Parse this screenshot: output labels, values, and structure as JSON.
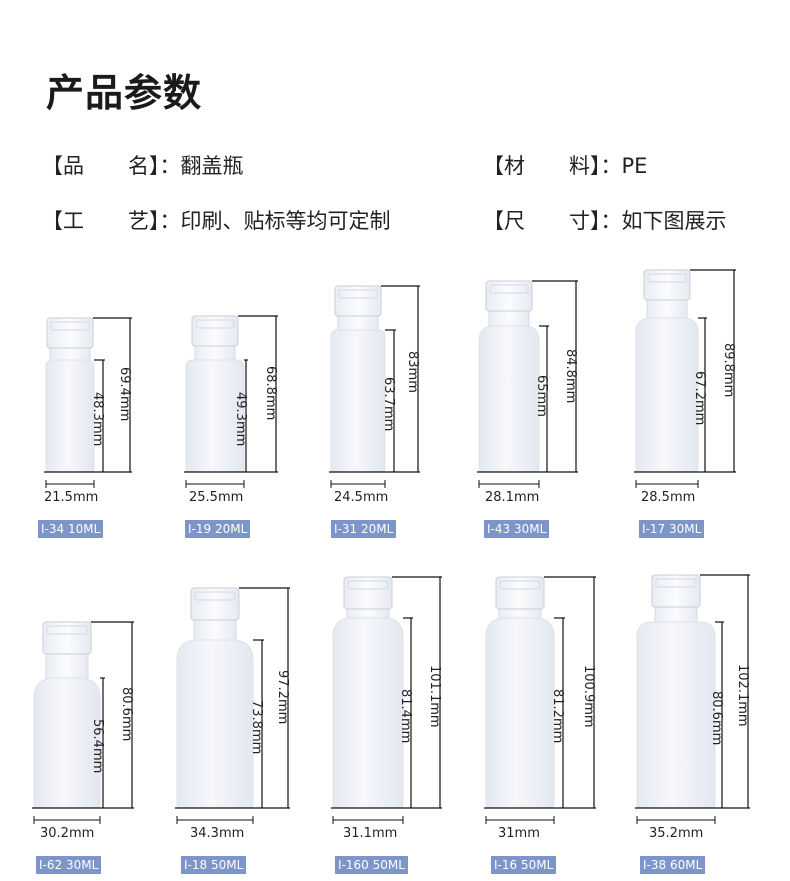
{
  "title": "产品参数",
  "specs": {
    "name_label": "【品",
    "name_label_end": "名】：",
    "name_value": "翻盖瓶",
    "material_label": "【材",
    "material_label_end": "料】：",
    "material_value": "PE",
    "process_label": "【工",
    "process_label_end": "艺】：",
    "process_value": "印刷、贴标等均可定制",
    "size_label": "【尺",
    "size_label_end": "寸】：",
    "size_value": "如下图展示"
  },
  "products": [
    {
      "model": "I-34 10ML",
      "width": "21.5mm",
      "total_height": "69.4mm",
      "body_height": "48.3mm"
    },
    {
      "model": "I-19 20ML",
      "width": "25.5mm",
      "total_height": "68.8mm",
      "body_height": "49.3mm"
    },
    {
      "model": "I-31 20ML",
      "width": "24.5mm",
      "total_height": "83mm",
      "body_height": "63.7mm"
    },
    {
      "model": "I-43 30ML",
      "width": "28.1mm",
      "total_height": "84.8mm",
      "body_height": "65mm"
    },
    {
      "model": "I-17 30ML",
      "width": "28.5mm",
      "total_height": "89.8mm",
      "body_height": "67.2mm"
    },
    {
      "model": "I-62 30ML",
      "width": "30.2mm",
      "total_height": "80.6mm",
      "body_height": "56.4mm"
    },
    {
      "model": "I-18 50ML",
      "width": "34.3mm",
      "total_height": "97.2mm",
      "body_height": "73.8mm"
    },
    {
      "model": "I-160 50ML",
      "width": "31.1mm",
      "total_height": "101.1mm",
      "body_height": "81.4mm"
    },
    {
      "model": "I-16 50ML",
      "width": "31mm",
      "total_height": "100.9mm",
      "body_height": "81.2mm"
    },
    {
      "model": "I-38 60ML",
      "width": "35.2mm",
      "total_height": "102.1mm",
      "body_height": "80.6mm"
    }
  ],
  "colors": {
    "label_bg": "#7d95c9",
    "bottle_fill": "#eef1f7",
    "cap_fill": "#f4f6fa",
    "line": "#111111"
  }
}
